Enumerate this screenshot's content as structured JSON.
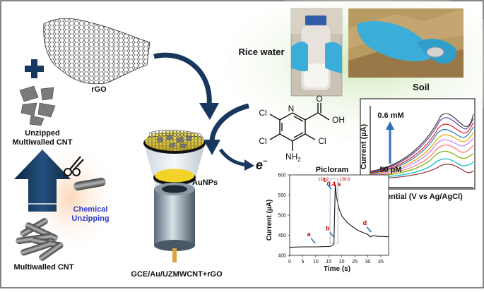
{
  "labels": {
    "rgo": "rGO",
    "unzipped": "Unzipped",
    "unzipped2": "Multiwalled CNT",
    "chemical": "Chemical",
    "unzipping": "Unzipping",
    "mwcnt": "Multiwalled CNT",
    "electrode": "GCE/Au/UZMWCNT+rGO",
    "aunps": "AuNPs",
    "electron": "e",
    "electron_sup": "−",
    "rice_water": "Rice water",
    "soil": "Soil",
    "picloram": "Picloram"
  },
  "molecule": {
    "cl1": "Cl",
    "cl2": "Cl",
    "cl3": "Cl",
    "n": "N",
    "o": "O",
    "oh": "OH",
    "nh2": "NH",
    "nh2_sub": "2"
  },
  "dpv_chart": {
    "ylabel": "Current (µA)",
    "xlabel": "Potential (V vs Ag/AgCl)",
    "top_label": "0.6 mM",
    "bottom_label": "50 pM"
  },
  "chart_data": {
    "type": "line",
    "xlabel": "Time (s)",
    "ylabel": "Current (µA)",
    "xlim": [
      0,
      38
    ],
    "ylim": [
      400,
      600
    ],
    "x_ticks": [
      0,
      5,
      10,
      15,
      20,
      25,
      30,
      35
    ],
    "y_ticks": [
      400,
      450,
      500,
      550,
      600
    ],
    "series": [
      {
        "x": [
          0,
          5,
          10,
          15,
          16,
          17,
          17.5,
          18,
          19,
          20,
          22,
          24,
          26,
          28,
          30,
          31,
          32,
          34,
          36,
          38
        ],
        "values": [
          420,
          421,
          421,
          422,
          423,
          428,
          575,
          545,
          515,
          498,
          482,
          472,
          463,
          457,
          452,
          446,
          449,
          447,
          447,
          446
        ]
      }
    ],
    "annotations": [
      {
        "text": "a",
        "x": 9,
        "y": 437
      },
      {
        "text": "b",
        "x": 16.2,
        "y": 452
      },
      {
        "text": "c",
        "x": 15.2,
        "y": 572
      },
      {
        "text": "d",
        "x": 30.5,
        "y": 465
      }
    ],
    "time_labels": {
      "left": "139.2",
      "right": "139.6",
      "interval": "0.4 s"
    }
  },
  "colors": {
    "arrow_navy": "#17375e",
    "chemical_text": "#2e3bc9",
    "annotation_red": "#c00000",
    "glove_blue": "#3aaed8"
  }
}
